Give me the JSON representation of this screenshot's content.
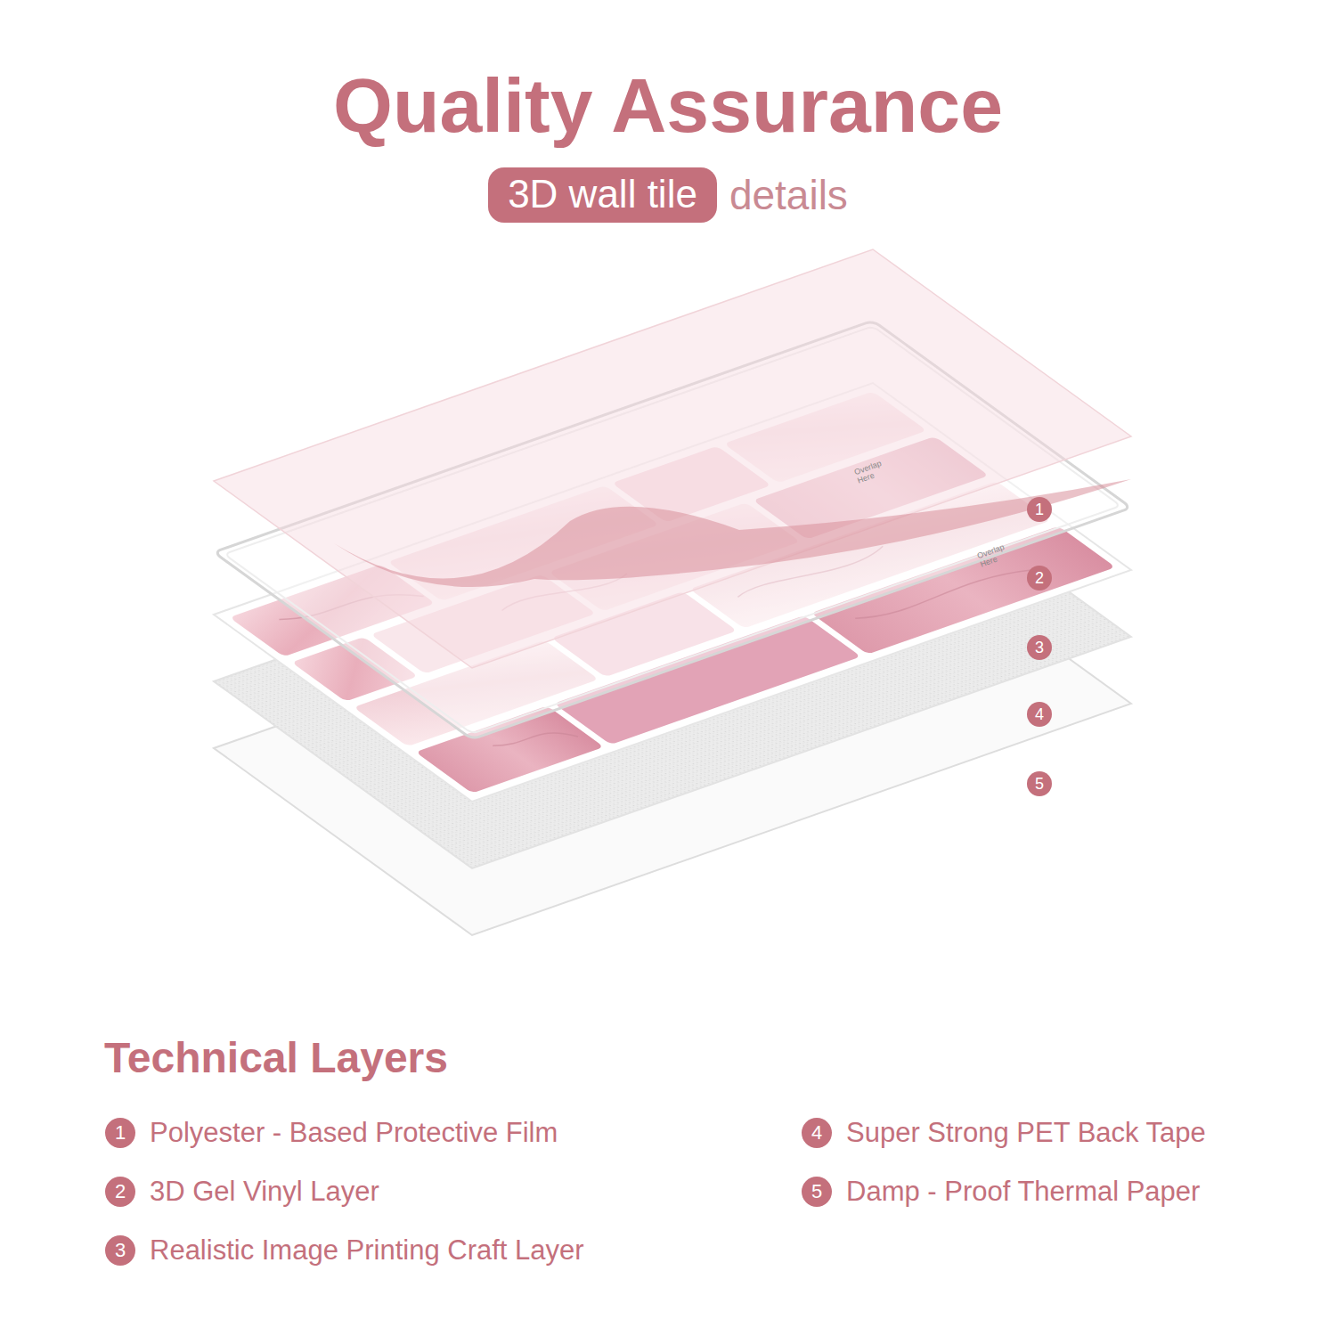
{
  "diagram": {
    "title": "Quality Assurance",
    "nodes": [
      {
        "text": [
          "3D wall tile"
        ]
      }
    ],
    "labels": [
      "details",
      "1",
      "2",
      "3",
      "4",
      "5",
      "Overlap Here",
      "Overlap Here",
      "Technical Layers",
      "1",
      "Polyester - Based Protective Film",
      "2",
      "3D Gel Vinyl Layer",
      "3",
      "Realistic Image Printing Craft Layer",
      "4",
      "Super Strong PET Back Tape",
      "5",
      "Damp - Proof Thermal Paper"
    ]
  }
}
